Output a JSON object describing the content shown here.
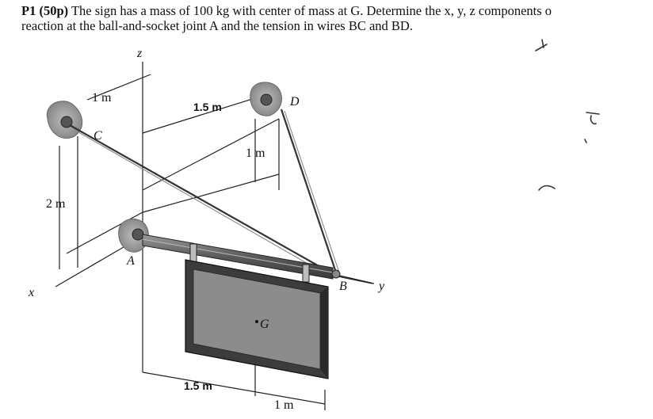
{
  "problem": {
    "label": "P1 (50p)",
    "line1": "The sign has a mass of 100 kg with center of mass at G. Determine the x, y, z components o",
    "line2": "reaction at the ball-and-socket joint A and the tension in wires BC and BD."
  },
  "figure": {
    "axes": {
      "x": "x",
      "y": "y",
      "z": "z"
    },
    "points": {
      "A": "A",
      "B": "B",
      "C": "C",
      "D": "D",
      "G": "G"
    },
    "dimensions": {
      "top_left": "1 m",
      "top_mid": "1.5 m",
      "vertical_right": "1 m",
      "left_height": "2 m",
      "bottom_left": "1.5 m",
      "bottom_right": "1 m"
    },
    "colors": {
      "sign_face": "#8c8c8c",
      "sign_frame": "#3c3c3c",
      "rod": "#6e6e6e",
      "bracket": "#9a9a9a"
    }
  }
}
